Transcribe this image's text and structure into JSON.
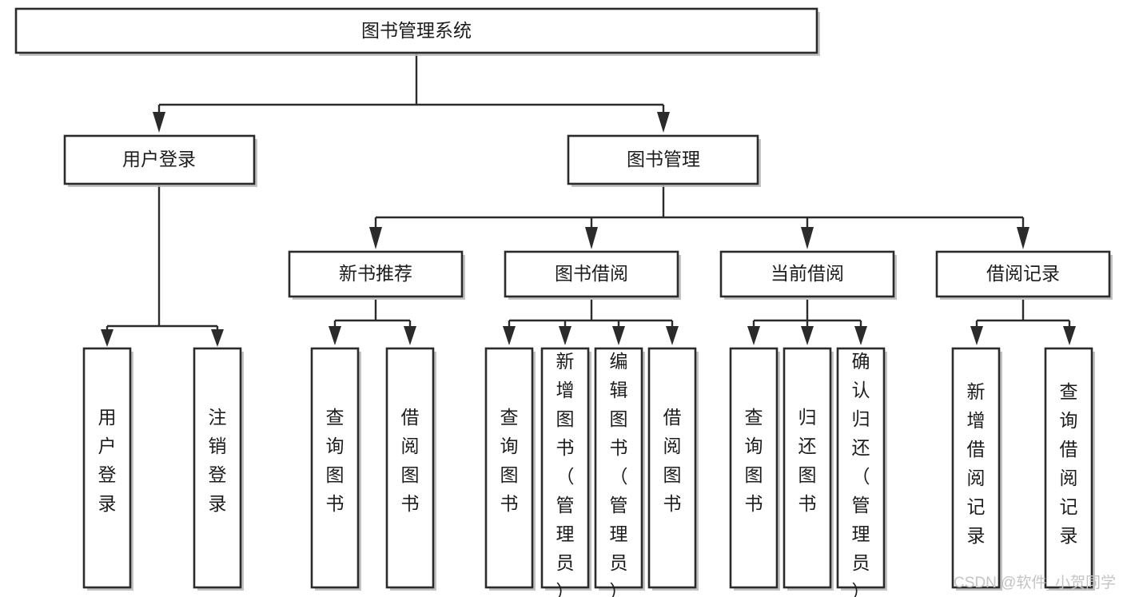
{
  "diagram": {
    "title": "图书管理系统",
    "type": "tree-hierarchy-diagram",
    "accent_colors": {
      "box_border": "#2b2b2b",
      "box_fill": "#ffffff",
      "connector": "#2b2b2b",
      "shadow": "#b9b9b9",
      "watermark": "#c4c4c4",
      "background": "#ffffff"
    }
  },
  "root": {
    "label": "图书管理系统"
  },
  "level2": [
    {
      "label": "用户登录"
    },
    {
      "label": "图书管理"
    }
  ],
  "level3": [
    {
      "label": "新书推荐"
    },
    {
      "label": "图书借阅"
    },
    {
      "label": "当前借阅"
    },
    {
      "label": "借阅记录"
    }
  ],
  "leaves": {
    "user_login": [
      {
        "label": "用户登录"
      },
      {
        "label": "注销登录"
      }
    ],
    "new_book_recommend": [
      {
        "label": "查询图书"
      },
      {
        "label": "借阅图书"
      }
    ],
    "book_borrow": [
      {
        "label": "查询图书"
      },
      {
        "label": "新增图书（管理员）"
      },
      {
        "label": "编辑图书（管理员）"
      },
      {
        "label": "借阅图书"
      }
    ],
    "current_borrow": [
      {
        "label": "查询图书"
      },
      {
        "label": "归还图书"
      },
      {
        "label": "确认归还（管理员）"
      }
    ],
    "borrow_record": [
      {
        "label": "新增借阅记录"
      },
      {
        "label": "查询借阅记录"
      }
    ]
  },
  "watermark": {
    "text": "CSDN @软件_小贺同学"
  }
}
